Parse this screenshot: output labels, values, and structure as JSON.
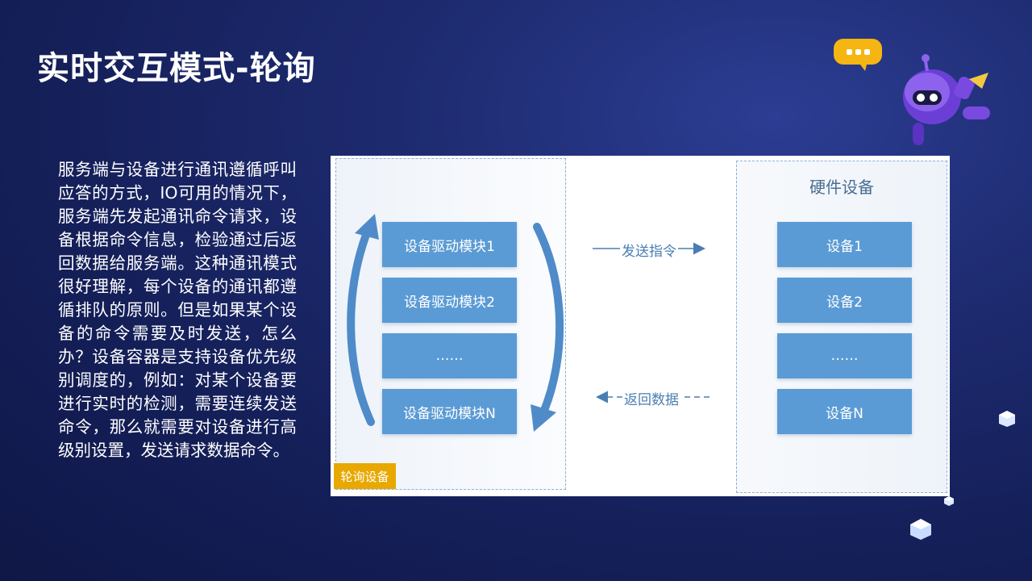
{
  "slide": {
    "title": "实时交互模式-轮询",
    "paragraph": "服务端与设备进行通讯遵循呼叫应答的方式，IO可用的情况下，服务端先发起通讯命令请求，设备根据命令信息，检验通过后返回数据给服务端。这种通讯模式很好理解，每个设备的通讯都遵循排队的原则。但是如果某个设备的命令需要及时发送，怎么办？设备容器是支持设备优先级别调度的，例如：对某个设备要进行实时的检测，需要连续发送命令，那么就需要对设备进行高级别设置，发送请求数据命令。"
  },
  "diagram": {
    "left_boxes": [
      "设备驱动模块1",
      "设备驱动模块2",
      "……",
      "设备驱动模块N"
    ],
    "left_tag": "轮询设备",
    "right_title": "硬件设备",
    "right_boxes": [
      "设备1",
      "设备2",
      "……",
      "设备N"
    ],
    "send_label": "发送指令",
    "return_label": "返回数据"
  },
  "colors": {
    "box_blue": "#5b9bd5",
    "tag_gold": "#e8a800",
    "bubble_yellow": "#f5b512",
    "robot_purple": "#6b3fd6"
  }
}
